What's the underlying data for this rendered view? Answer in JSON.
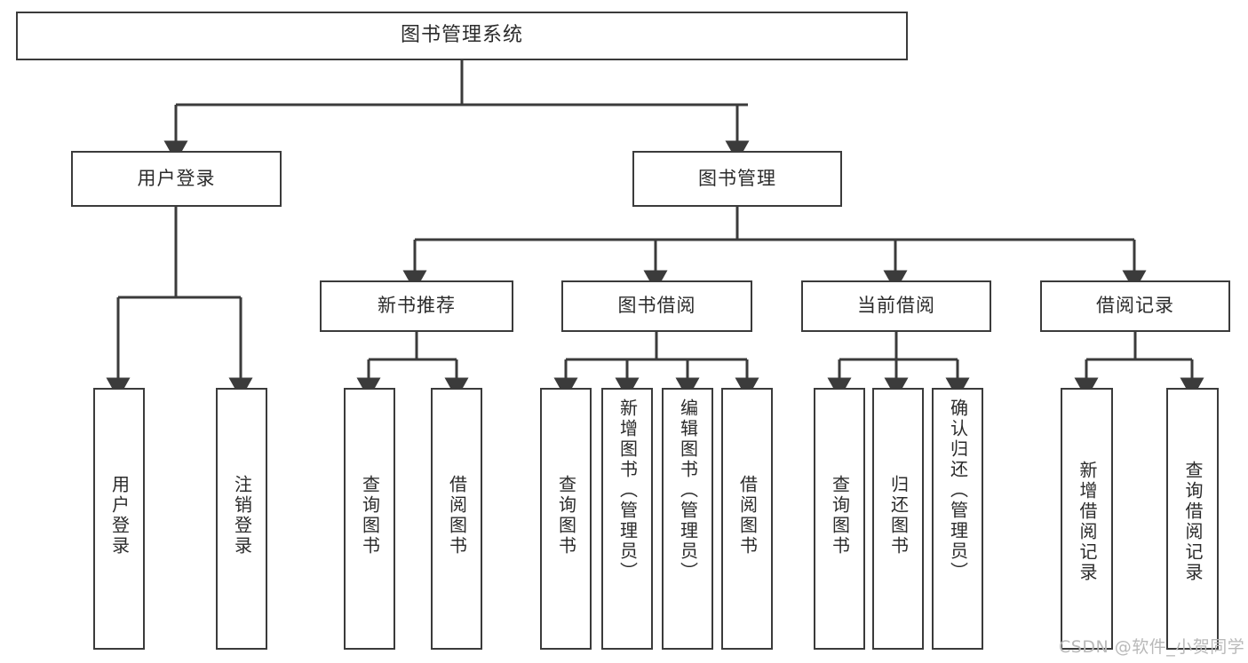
{
  "diagram": {
    "title": "图书管理系统",
    "type": "功能结构图",
    "root": {
      "label": "图书管理系统"
    },
    "level1": [
      {
        "label": "用户登录"
      },
      {
        "label": "图书管理"
      }
    ],
    "level2": [
      {
        "label": "新书推荐"
      },
      {
        "label": "图书借阅"
      },
      {
        "label": "当前借阅"
      },
      {
        "label": "借阅记录"
      }
    ],
    "leaves": {
      "user_login": [
        {
          "label": "用户登录"
        },
        {
          "label": "注销登录"
        }
      ],
      "new_book_recommend": [
        {
          "label": "查询图书"
        },
        {
          "label": "借阅图书"
        }
      ],
      "book_borrow": [
        {
          "label": "查询图书"
        },
        {
          "label": "新增图书（管理员）"
        },
        {
          "label": "编辑图书（管理员）"
        },
        {
          "label": "借阅图书"
        }
      ],
      "current_borrow": [
        {
          "label": "查询图书"
        },
        {
          "label": "归还图书"
        },
        {
          "label": "确认归还（管理员）"
        }
      ],
      "borrow_record": [
        {
          "label": "新增借阅记录"
        },
        {
          "label": "查询借阅记录"
        }
      ]
    }
  },
  "watermark": {
    "text": "CSDN @软件_小贺同学"
  },
  "colors": {
    "stroke": "#3b3b3b",
    "text": "#2b2b2b",
    "background": "#ffffff",
    "watermark": "#b9b9b9"
  }
}
